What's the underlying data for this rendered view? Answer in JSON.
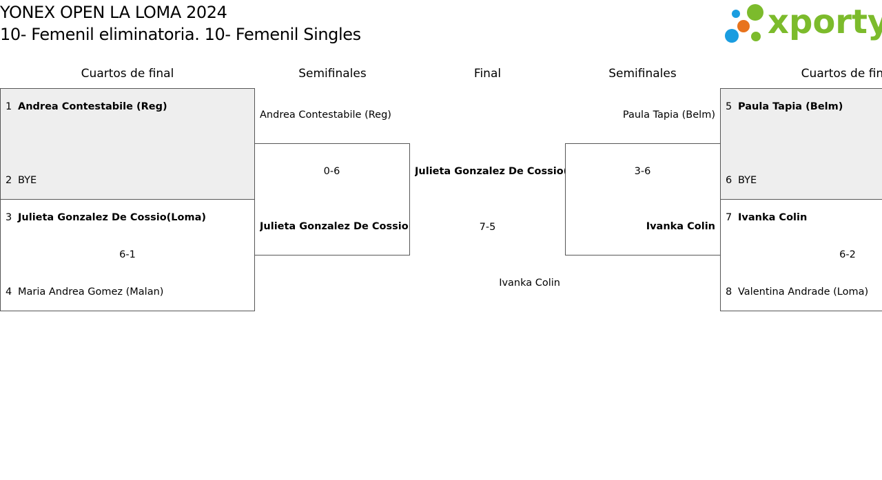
{
  "header": {
    "tournament": "YONEX OPEN LA LOMA 2024",
    "category": "10- Femenil eliminatoria. 10- Femenil Singles"
  },
  "logo": {
    "text": "xporty",
    "colors": [
      "#1a9de0",
      "#e8731c",
      "#7cbb2c"
    ]
  },
  "rounds": {
    "left_qf": "Cuartos de final",
    "left_sf": "Semifinales",
    "final": "Final",
    "right_sf": "Semifinales",
    "right_qf": "Cuartos de final"
  },
  "left_qf": {
    "m1": {
      "seed1": "1",
      "p1": "Andrea Contestabile (Reg)",
      "seed2": "2",
      "p2": "BYE"
    },
    "m2": {
      "seed1": "3",
      "p1": "Julieta Gonzalez De Cossio(Loma)",
      "score": "6-1",
      "seed2": "4",
      "p2": "Maria Andrea Gomez (Malan)"
    }
  },
  "left_sf": {
    "p1": "Andrea Contestabile (Reg)",
    "score": "0-6",
    "p2": "Julieta Gonzalez De Cossio(Loma)"
  },
  "final": {
    "p1": "Julieta Gonzalez De Cossio(Loma)",
    "score": "7-5",
    "p2": "Ivanka Colin"
  },
  "right_sf": {
    "p1": "Paula Tapia (Belm)",
    "score": "3-6",
    "p2": "Ivanka Colin"
  },
  "right_qf": {
    "m1": {
      "seed1": "5",
      "p1": "Paula Tapia (Belm)",
      "seed2": "6",
      "p2": "BYE"
    },
    "m2": {
      "seed1": "7",
      "p1": "Ivanka Colin",
      "score": "6-2",
      "seed2": "8",
      "p2": "Valentina Andrade (Loma)"
    }
  }
}
